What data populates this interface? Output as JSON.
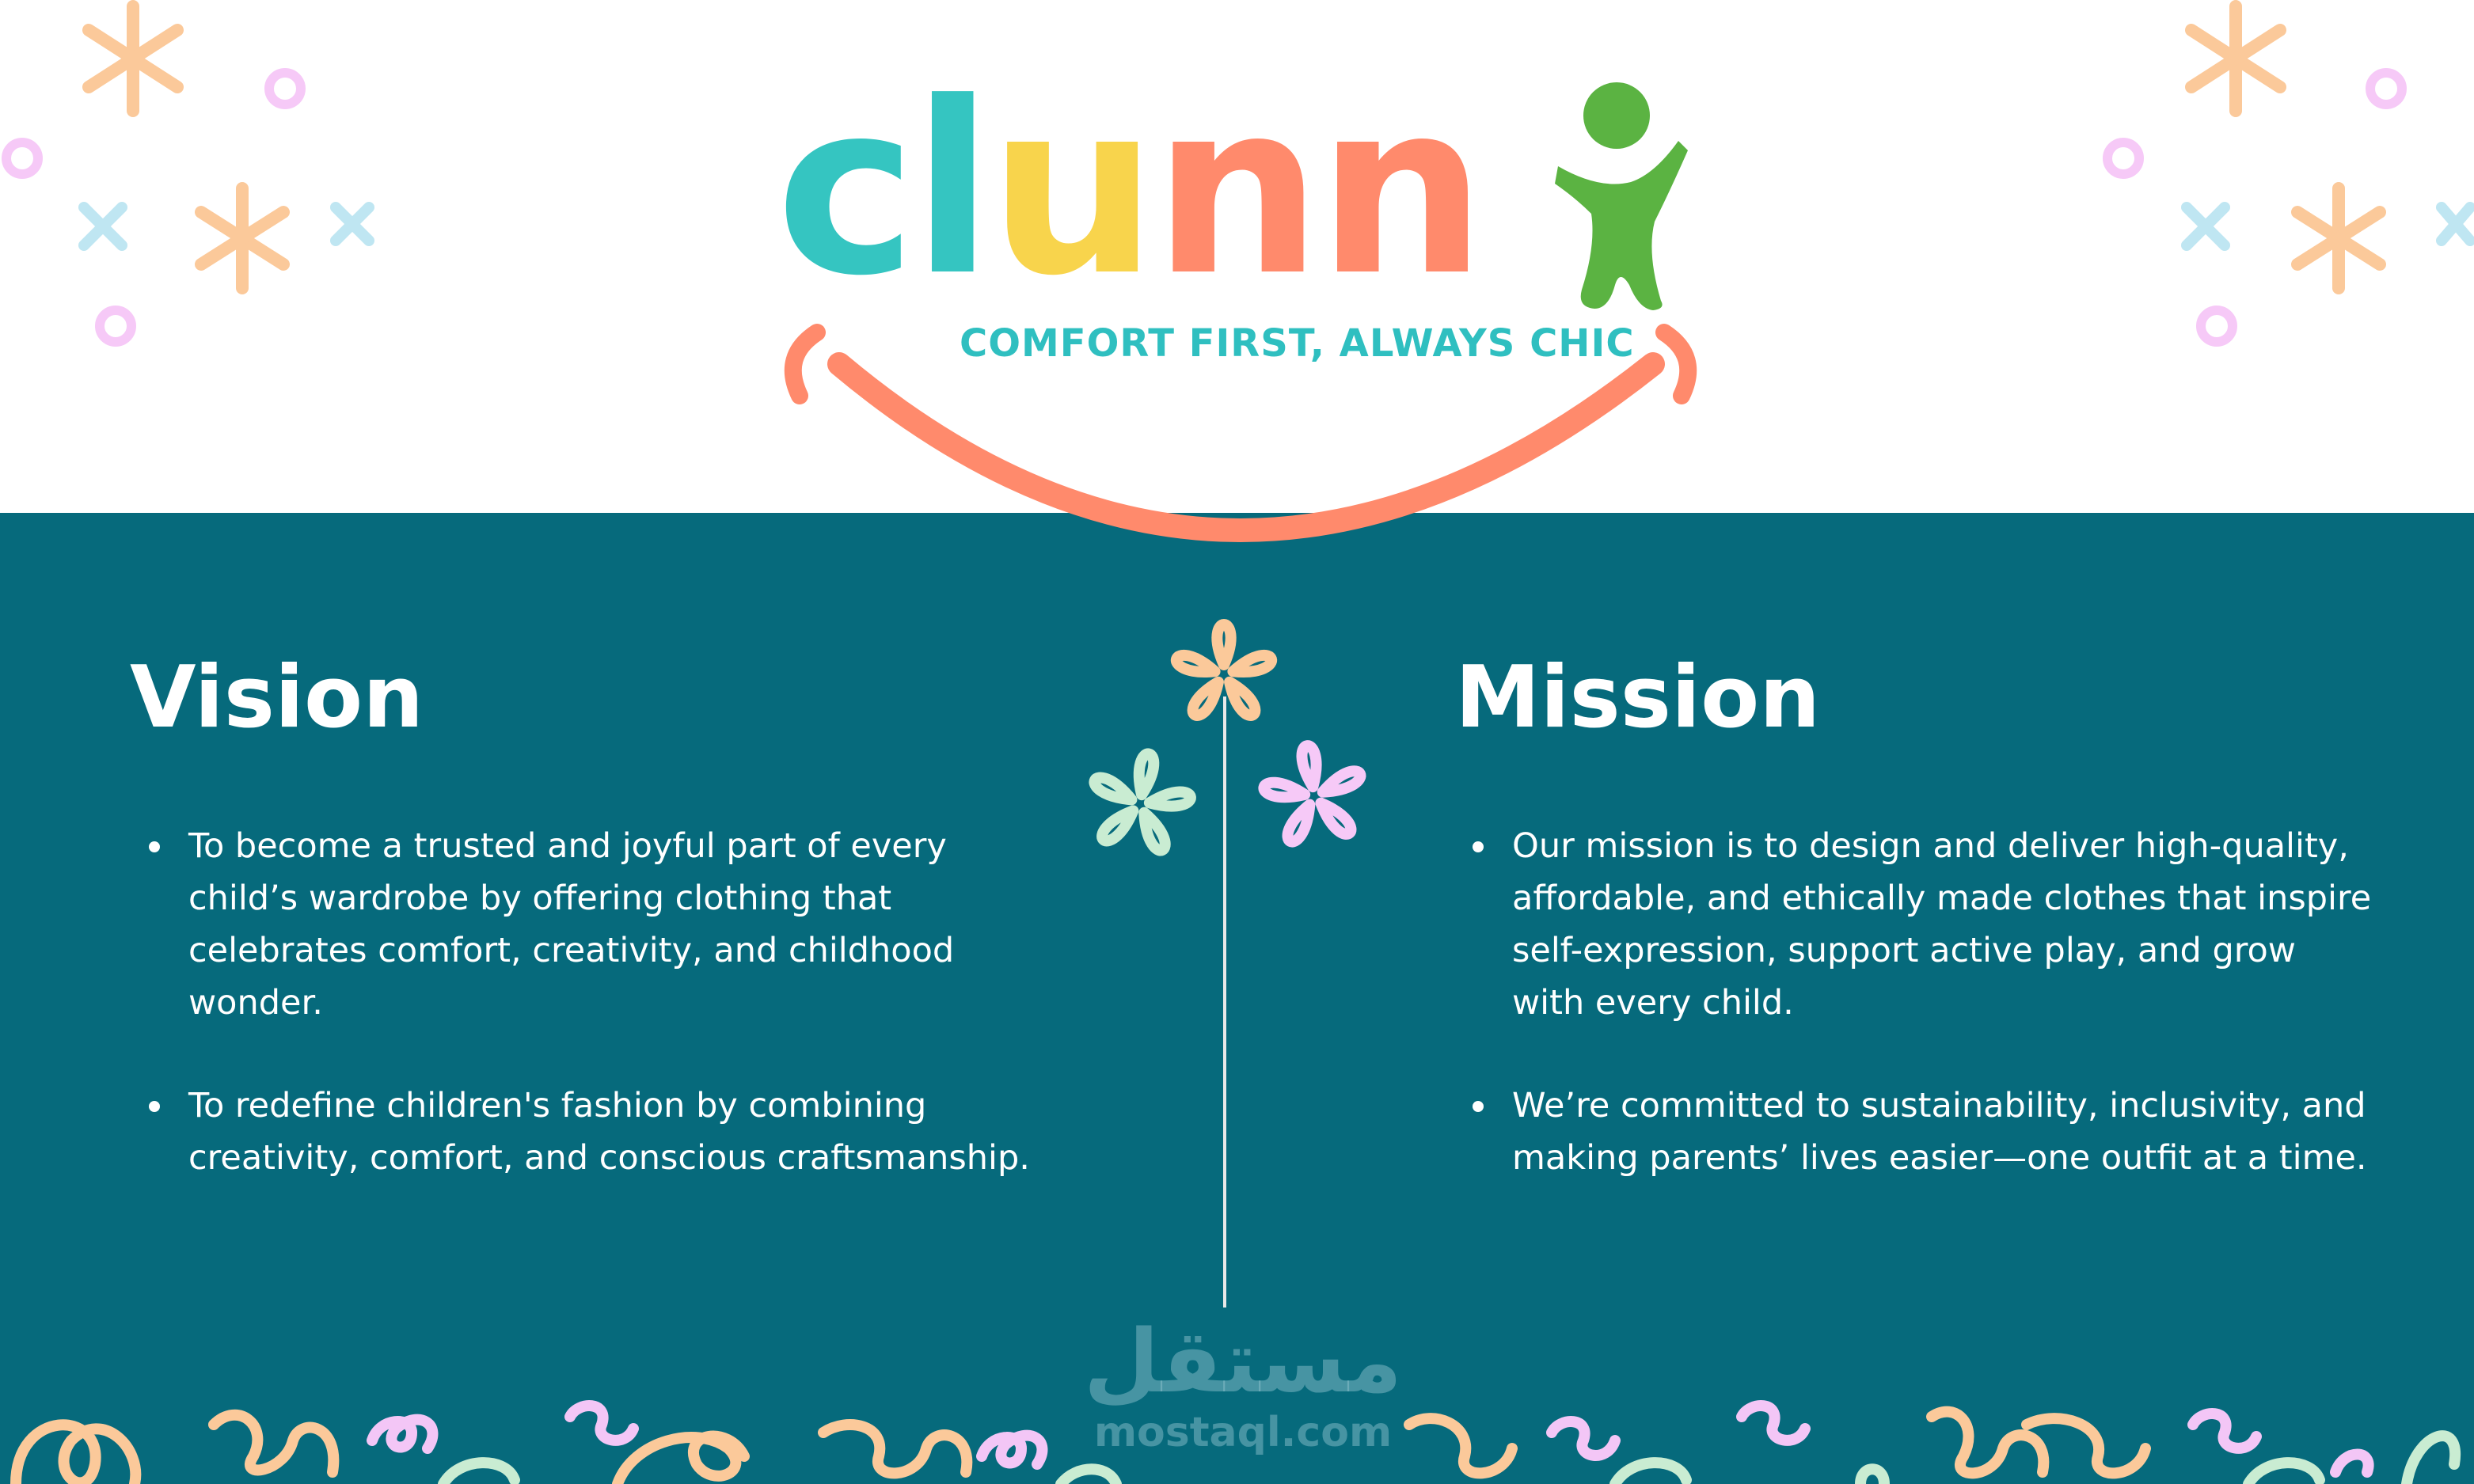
{
  "logo": {
    "letters": [
      {
        "char": "c",
        "color": "#35c5c1"
      },
      {
        "char": "l",
        "color": "#35c5c1"
      },
      {
        "char": "u",
        "color": "#f8d44c"
      },
      {
        "char": "n",
        "color": "#ff8a6c"
      },
      {
        "char": "n",
        "color": "#ff8a6c"
      }
    ],
    "figure_color": "#5bb342",
    "smile_color": "#ff8a6c",
    "tagline": "COMFORT FIRST, ALWAYS CHIC"
  },
  "vision": {
    "title": "Vision",
    "items": [
      "To become a trusted and joyful part of every child’s wardrobe by offering clothing that celebrates comfort, creativity, and childhood wonder.",
      "To redefine children's fashion by combining creativity, comfort, and conscious craftsmanship."
    ]
  },
  "mission": {
    "title": "Mission",
    "items": [
      "Our mission is to design and deliver high-quality, affordable, and ethically made clothes that inspire self-expression, support active play, and grow with every child.",
      "We’re committed to sustainability, inclusivity, and making parents’ lives easier—one outfit at a time."
    ]
  },
  "watermark": {
    "arabic": "مستقل",
    "latin": "mostaql.com"
  },
  "colors": {
    "panel": "#066a7c",
    "header": "#ffffff",
    "peach": "#fbc99a",
    "pink": "#f6c9f7",
    "mint": "#c9ecd2",
    "sky": "#bfe6f2",
    "lilac": "#f3c6f6"
  }
}
